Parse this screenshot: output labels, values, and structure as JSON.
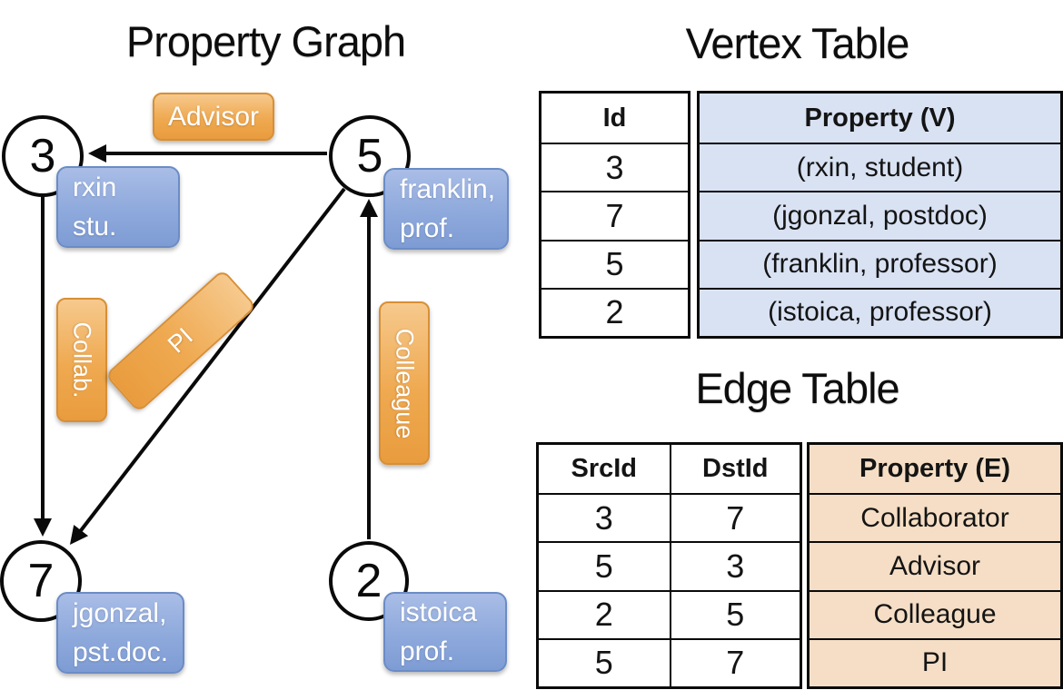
{
  "graph": {
    "title": "Property Graph",
    "nodes": [
      {
        "id": "3",
        "line1": "rxin",
        "line2": "stu."
      },
      {
        "id": "5",
        "line1": "franklin,",
        "line2": "prof."
      },
      {
        "id": "7",
        "line1": "jgonzal,",
        "line2": "pst.doc."
      },
      {
        "id": "2",
        "line1": "istoica",
        "line2": "prof."
      }
    ],
    "edge_labels": {
      "advisor": "Advisor",
      "collab": "Collab.",
      "pi": "PI",
      "colleague": "Colleague"
    }
  },
  "vertex_table": {
    "title": "Vertex Table",
    "columns": {
      "id": "Id",
      "property": "Property (V)"
    },
    "rows": [
      {
        "id": "3",
        "property": "(rxin, student)"
      },
      {
        "id": "7",
        "property": "(jgonzal, postdoc)"
      },
      {
        "id": "5",
        "property": "(franklin, professor)"
      },
      {
        "id": "2",
        "property": "(istoica, professor)"
      }
    ]
  },
  "edge_table": {
    "title": "Edge Table",
    "columns": {
      "src": "SrcId",
      "dst": "DstId",
      "property": "Property (E)"
    },
    "rows": [
      {
        "src": "3",
        "dst": "7",
        "property": "Collaborator"
      },
      {
        "src": "5",
        "dst": "3",
        "property": "Advisor"
      },
      {
        "src": "2",
        "dst": "5",
        "property": "Colleague"
      },
      {
        "src": "5",
        "dst": "7",
        "property": "PI"
      }
    ]
  },
  "colors": {
    "edge_label_fill": "#EFA950",
    "edge_label_border": "#D88F35",
    "vertex_label_fill": "#8EA9DC",
    "vertex_label_border": "#6B8CC6",
    "vertex_property_column_bg": "#D9E2F3",
    "edge_property_column_bg": "#F5DEC5",
    "line_color": "#0A0A0A"
  }
}
